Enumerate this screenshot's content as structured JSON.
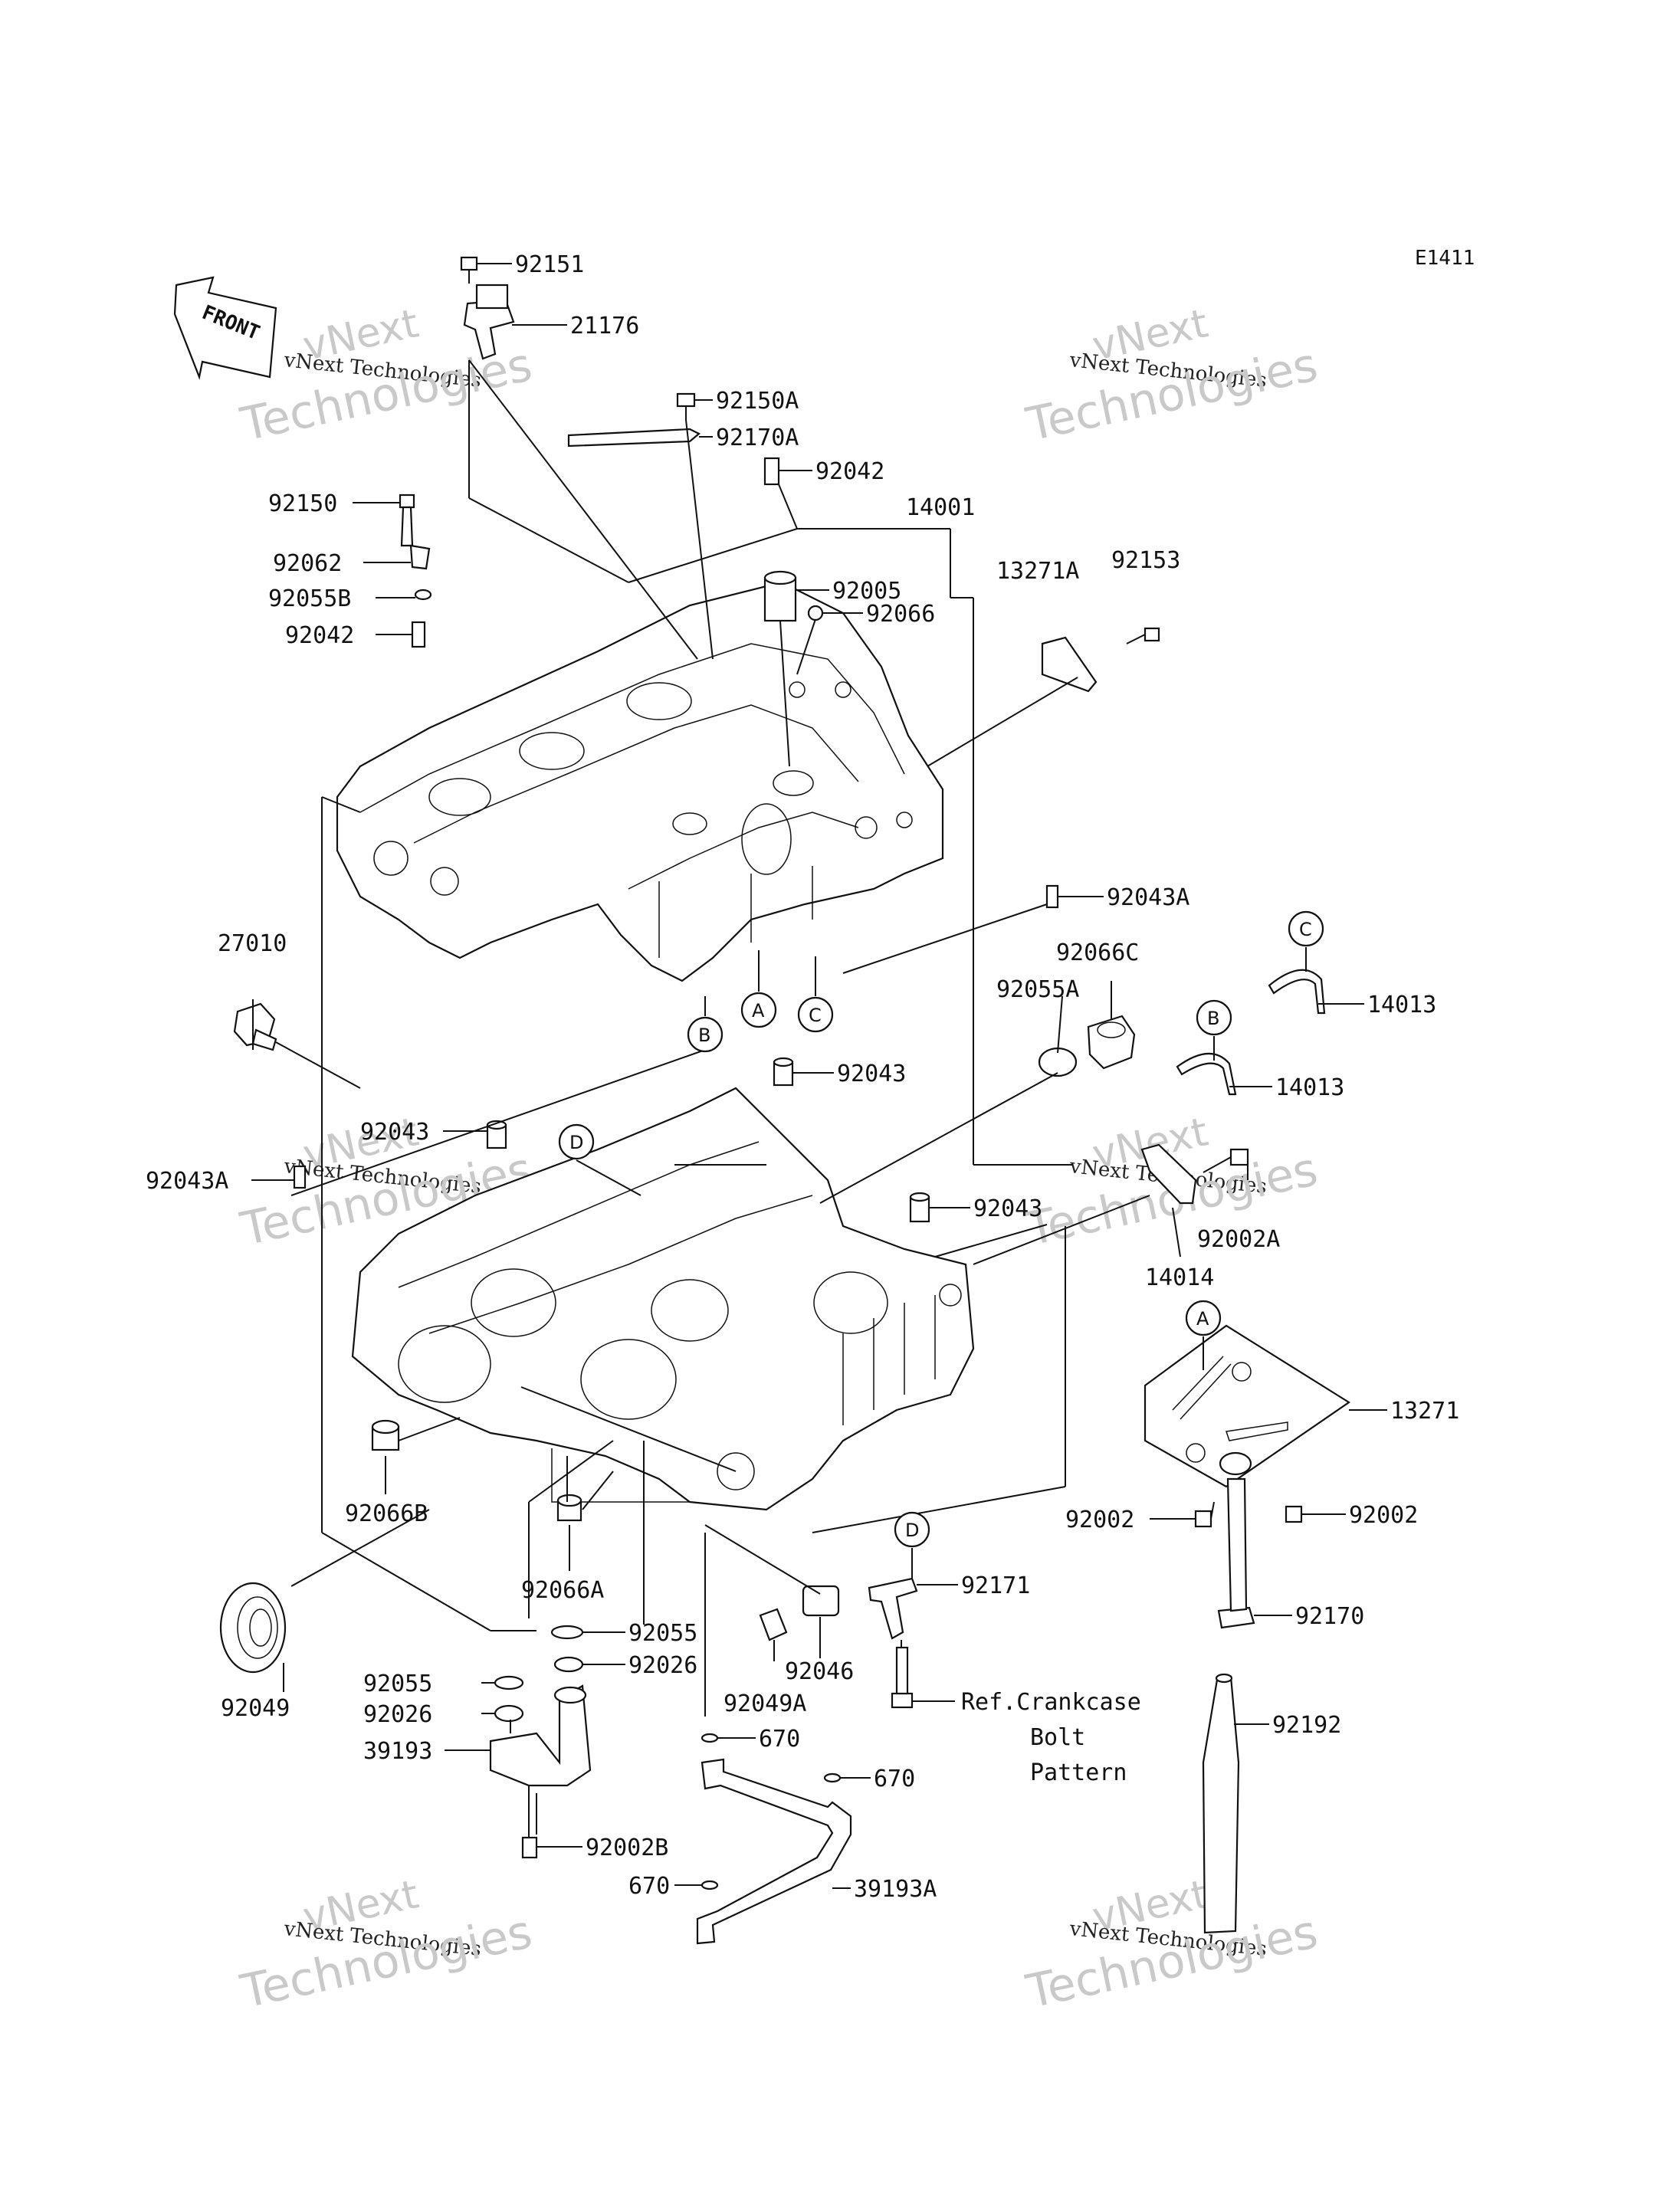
{
  "diagram_code": "E1411",
  "front_label": "FRONT",
  "watermark": {
    "brand": "vNext",
    "line": "vNext Technologies",
    "big": "Technologies"
  },
  "labels": {
    "p92151": "92151",
    "p21176": "21176",
    "p92150A": "92150A",
    "p92170A": "92170A",
    "p92042_top": "92042",
    "p14001": "14001",
    "p92150": "92150",
    "p92062": "92062",
    "p92055B": "92055B",
    "p92042_left": "92042",
    "p13271A": "13271A",
    "p92153": "92153",
    "p92005": "92005",
    "p92066": "92066",
    "p92043A_r": "92043A",
    "p27010": "27010",
    "p92066C": "92066C",
    "p92055A": "92055A",
    "p14013_top": "14013",
    "p14013_mid": "14013",
    "p92043_mid": "92043",
    "p92043_left": "92043",
    "p92043A_l": "92043A",
    "p92043_right": "92043",
    "p92002A": "92002A",
    "p14014": "14014",
    "p13271": "13271",
    "p92066B": "92066B",
    "p92066A": "92066A",
    "p92002_l": "92002",
    "p92002_r": "92002",
    "p92171": "92171",
    "p92170": "92170",
    "p92049": "92049",
    "p92055_r": "92055",
    "p92026_r": "92026",
    "p92046": "92046",
    "p92055_l": "92055",
    "p92026_l": "92026",
    "p39193": "39193",
    "p92049A": "92049A",
    "p670_a": "670",
    "p670_b": "670",
    "p670_c": "670",
    "p92192": "92192",
    "p92002B": "92002B",
    "p39193A": "39193A",
    "ref_line1": "Ref.Crankcase",
    "ref_line2": "Bolt",
    "ref_line3": "Pattern"
  },
  "callouts": {
    "A": "A",
    "B": "B",
    "C": "C",
    "D": "D"
  }
}
